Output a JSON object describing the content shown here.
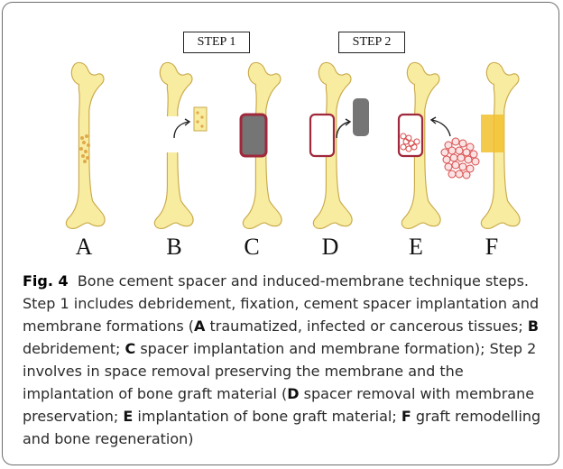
{
  "steps": {
    "step1": "STEP 1",
    "step2": "STEP 2"
  },
  "panels": [
    "A",
    "B",
    "C",
    "D",
    "E",
    "F"
  ],
  "colors": {
    "bone_fill": "#f8eca0",
    "bone_outline": "#c9a94a",
    "spacer_fill": "#757575",
    "membrane": "#a0283c",
    "graft": "#d84a4a",
    "regenerated": "#f2c12e"
  },
  "caption": {
    "fig_label": "Fig. 4",
    "intro": "Bone cement spacer and induced-membrane technique steps. Step 1 includes debridement, fixation, cement spacer implantation and membrane formations (",
    "a_key": "A",
    "a_text": " traumatized, infected or cancerous tissues; ",
    "b_key": "B",
    "b_text": " debridement; ",
    "c_key": "C",
    "c_text": " spacer implantation and membrane formation); Step 2 involves in space removal preserving the membrane and the implantation of bone graft material (",
    "d_key": "D",
    "d_text": " spacer removal with membrane preservation; ",
    "e_key": "E",
    "e_text": " implantation of bone graft material; ",
    "f_key": "F",
    "f_text": " graft remodelling and bone regeneration)"
  }
}
